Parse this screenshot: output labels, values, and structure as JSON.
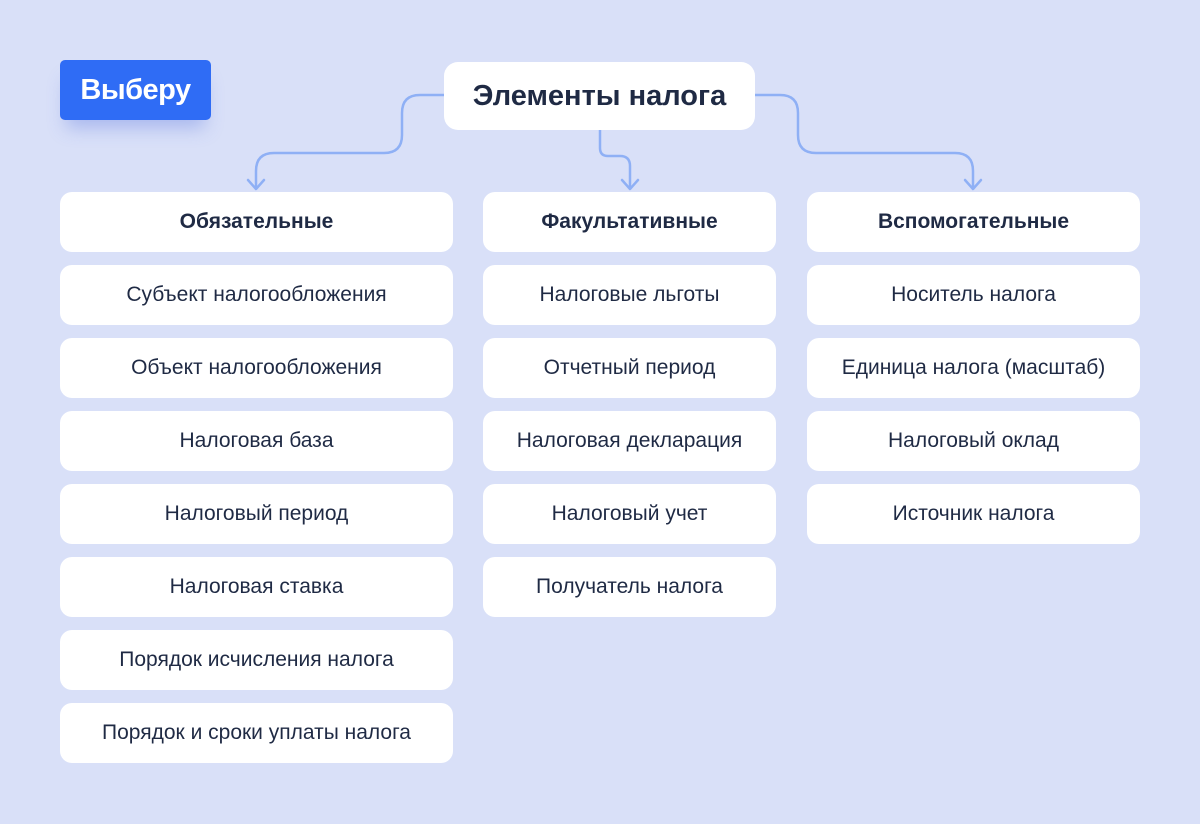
{
  "logo": {
    "text": "Выберу"
  },
  "root": {
    "title": "Элементы налога"
  },
  "colors": {
    "background": "#d9e0f8",
    "accent": "#2f6cf5",
    "connector": "#8fb0f5",
    "text": "#1f2a44",
    "box": "#ffffff"
  },
  "columns": [
    {
      "header": "Обязательные",
      "items": [
        "Субъект налогообложения",
        "Объект налогообложения",
        "Налоговая база",
        "Налоговый период",
        "Налоговая ставка",
        "Порядок исчисления налога",
        "Порядок и сроки уплаты налога"
      ]
    },
    {
      "header": "Факультативные",
      "items": [
        "Налоговые льготы",
        "Отчетный период",
        "Налоговая декларация",
        "Налоговый учет",
        "Получатель налога"
      ]
    },
    {
      "header": "Вспомогательные",
      "items": [
        "Носитель налога",
        "Единица налога (масштаб)",
        "Налоговый оклад",
        "Источник налога"
      ]
    }
  ]
}
